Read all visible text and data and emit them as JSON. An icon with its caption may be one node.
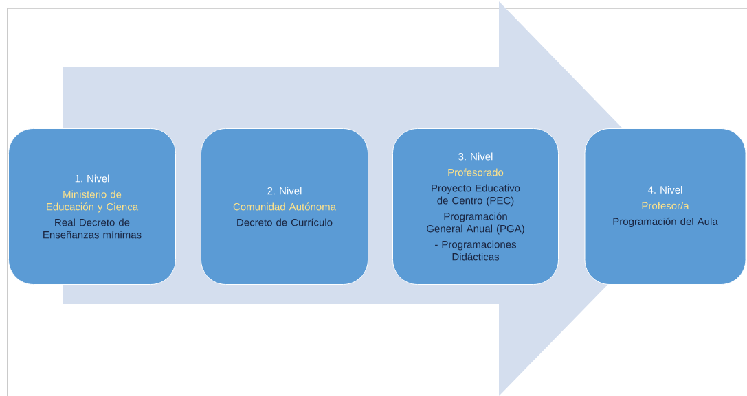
{
  "diagram": {
    "nodes": [
      {
        "text": [
          "1. Nivel",
          "Ministerio de Educación y Cienca",
          "Real Decreto de Enseñanzas mínimas"
        ]
      },
      {
        "text": [
          "2. Nivel",
          "Comunidad Autónoma",
          "Decreto de Currículo"
        ]
      },
      {
        "text": [
          "3. Nivel",
          "Profesorado",
          "Proyecto Educativo de Centro (PEC)",
          "Programación General Anual (PGA)",
          "- Programaciones Didácticas"
        ]
      },
      {
        "text": [
          "4. Nivel",
          "Profesor/a",
          "Programación del Aula"
        ]
      }
    ],
    "edges": [
      {
        "from": 0,
        "to": 3,
        "arrow": "to"
      }
    ]
  }
}
